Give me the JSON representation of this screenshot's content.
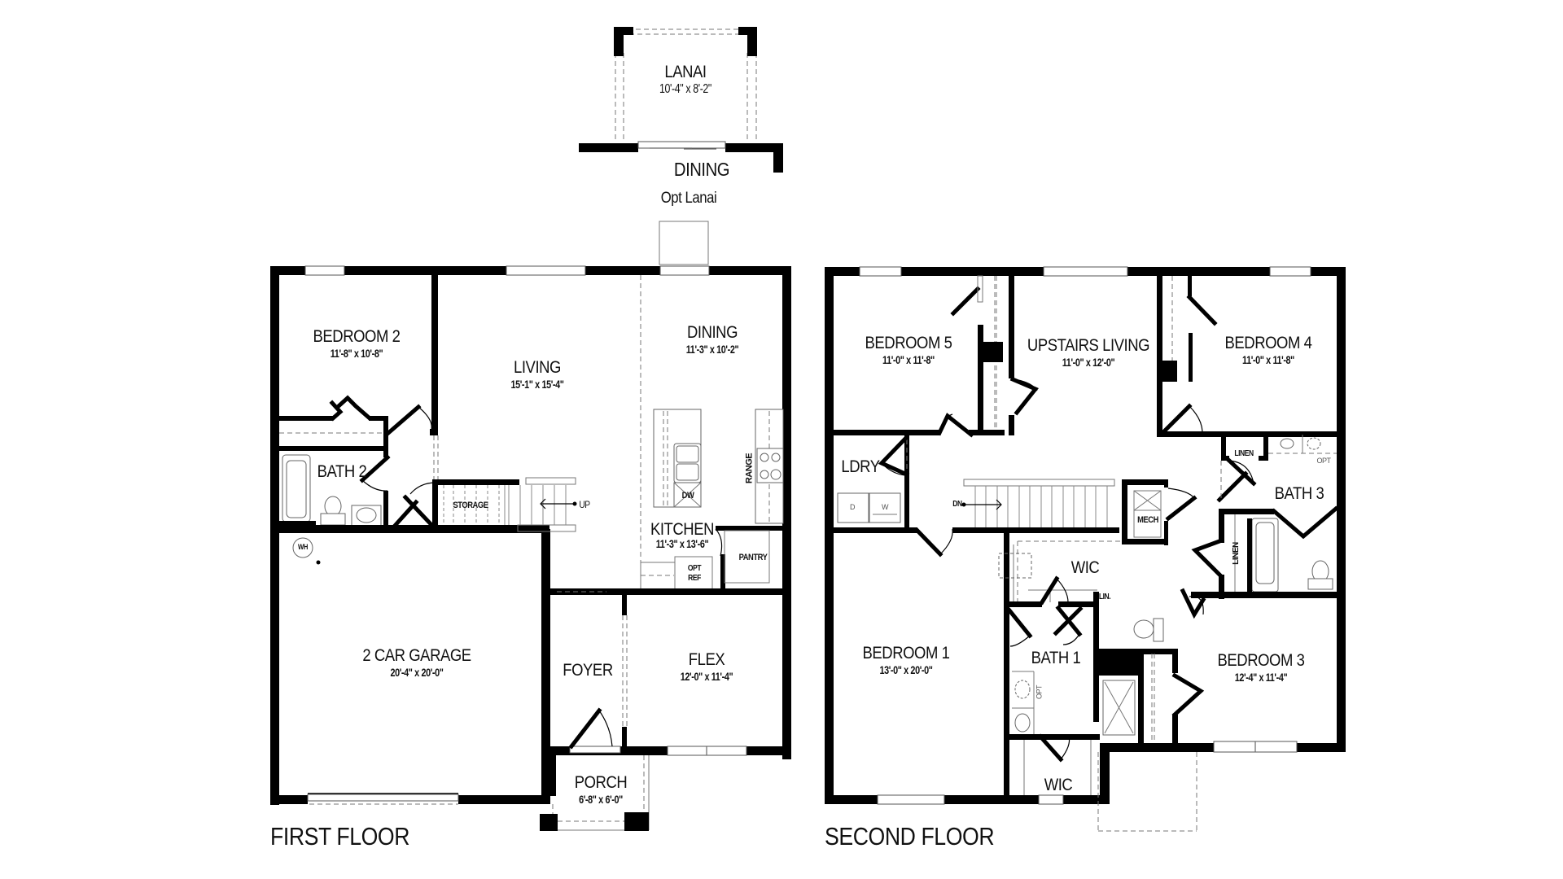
{
  "optional_lanai": {
    "caption": "Opt Lanai",
    "room": {
      "name": "LANAI",
      "dims": "10'-4\" x 8'-2\""
    },
    "adjacent_label": "DINING"
  },
  "first_floor": {
    "title": "FIRST FLOOR",
    "rooms": [
      {
        "name": "BEDROOM 2",
        "dims": "11'-8\" x 10'-8\""
      },
      {
        "name": "LIVING",
        "dims": "15'-1\" x 15'-4\""
      },
      {
        "name": "DINING",
        "dims": "11'-3\" x 10'-2\""
      },
      {
        "name": "BATH 2",
        "dims": ""
      },
      {
        "name": "KITCHEN",
        "dims": "11'-3\" x 13'-6\""
      },
      {
        "name": "2 CAR GARAGE",
        "dims": "20'-4\" x 20'-0\""
      },
      {
        "name": "FOYER",
        "dims": ""
      },
      {
        "name": "FLEX",
        "dims": "12'-0\" x 11'-4\""
      },
      {
        "name": "PORCH",
        "dims": "6'-8\" x 6'-0\""
      }
    ],
    "annotations": {
      "storage": "STORAGE",
      "stairs_up": "UP",
      "water_heater": "WH",
      "dishwasher": "DW",
      "range": "RANGE",
      "pantry": "PANTRY",
      "opt_ref_line1": "OPT",
      "opt_ref_line2": "REF"
    }
  },
  "second_floor": {
    "title": "SECOND FLOOR",
    "rooms": [
      {
        "name": "BEDROOM 5",
        "dims": "11'-0\" x 11'-8\""
      },
      {
        "name": "UPSTAIRS LIVING",
        "dims": "11'-0\" x 12'-0\""
      },
      {
        "name": "BEDROOM 4",
        "dims": "11'-0\" x 11'-8\""
      },
      {
        "name": "LDRY",
        "dims": ""
      },
      {
        "name": "BATH 3",
        "dims": ""
      },
      {
        "name": "WIC",
        "dims": ""
      },
      {
        "name": "BEDROOM 1",
        "dims": "13'-0\" x 20'-0\""
      },
      {
        "name": "BATH 1",
        "dims": ""
      },
      {
        "name": "BEDROOM 3",
        "dims": "12'-4\" x 11'-4\""
      },
      {
        "name": "WIC",
        "dims": ""
      }
    ],
    "annotations": {
      "stairs_down": "DN",
      "mech": "MECH",
      "linen_1": "LINEN",
      "linen_2": "LINEN",
      "lin": "LIN.",
      "dryer": "D",
      "washer": "W",
      "opt_bath3": "OPT",
      "opt_bath1": "OPT"
    }
  }
}
